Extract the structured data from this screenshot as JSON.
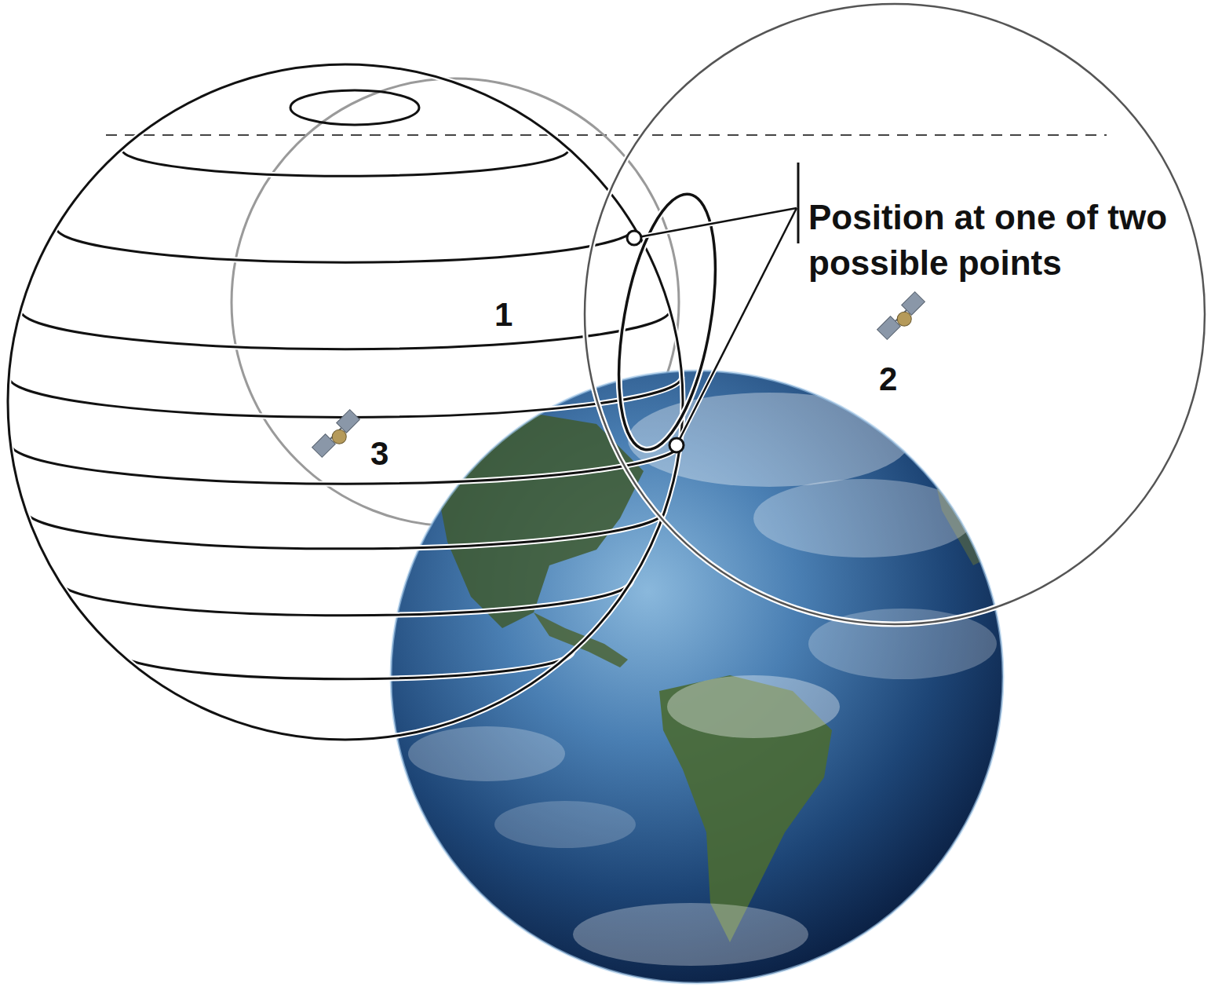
{
  "diagram": {
    "labels": [
      "Position at one of two possible points",
      "1",
      "2",
      "3"
    ]
  }
}
